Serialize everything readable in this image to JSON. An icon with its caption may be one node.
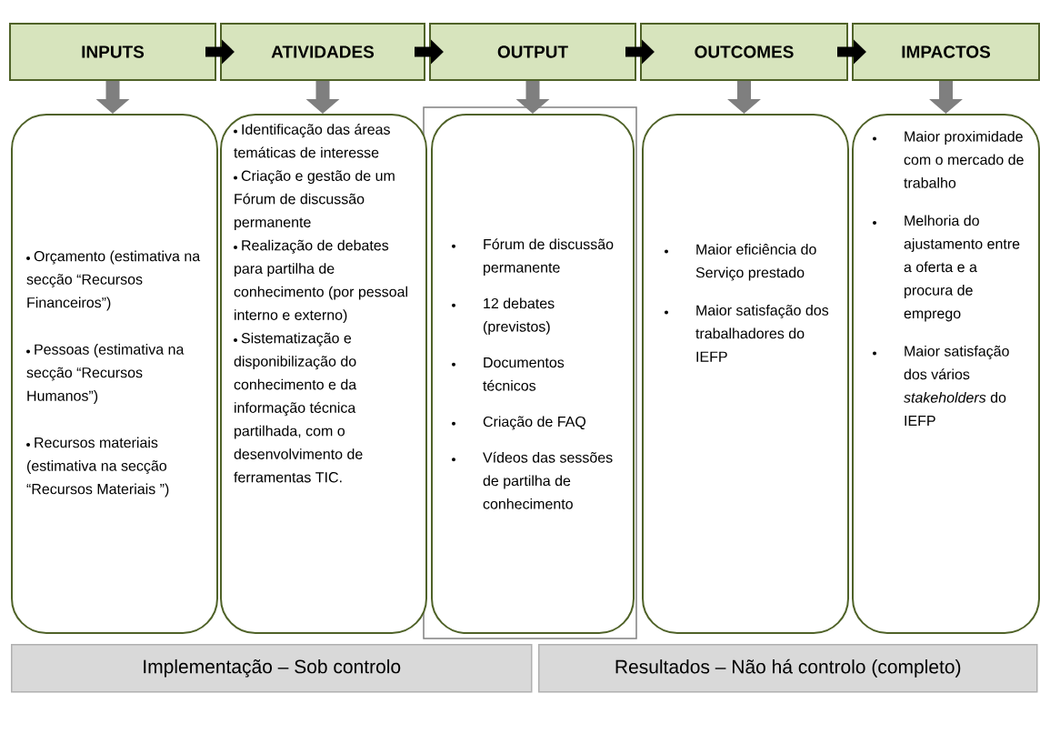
{
  "diagram": {
    "nodes": [
      {
        "text": [
          "INPUTS"
        ]
      },
      {
        "text": [
          "ATIVIDADES"
        ]
      },
      {
        "text": [
          "OUTPUT"
        ]
      },
      {
        "text": [
          "OUTCOMES"
        ]
      },
      {
        "text": [
          "IMPACTOS"
        ]
      },
      {
        "text": [
          "Orçamento (estimativa na secção “Recursos Financeiros”)",
          "Pessoas (estimativa na secção “Recursos Humanos”)",
          "Recursos materiais (estimativa na secção “Recursos Materiais ”)"
        ]
      },
      {
        "text": [
          "Identificação das áreas temáticas de interesse",
          "Criação e gestão de um Fórum de discussão permanente",
          "Realização de debates para partilha de conhecimento (por pessoal interno e externo)",
          "Sistematização e disponibilização do conhecimento e da informação técnica partilhada, com o desenvolvimento de ferramentas TIC."
        ]
      },
      {
        "text": [
          "Fórum de discussão permanente",
          "12 debates (previstos)",
          "Documentos técnicos",
          "Criação de FAQ",
          "Vídeos das sessões de partilha de conhecimento"
        ]
      },
      {
        "text": [
          "Maior eficiência do Serviço prestado",
          "Maior satisfação dos trabalhadores do IEFP"
        ]
      },
      {
        "text": [
          "Maior proximidade com o mercado de trabalho",
          "Melhoria do ajustamento entre a oferta e a procura de emprego",
          "Maior satisfação dos vários *stakeholders* do IEFP"
        ]
      },
      {
        "text": [
          "Implementação – Sob controlo"
        ]
      },
      {
        "text": [
          "Resultados – Não há controlo (completo)"
        ]
      }
    ],
    "edges": [
      {
        "from": 0,
        "to": 1,
        "arrow": "to",
        "color": "#000000"
      },
      {
        "from": 1,
        "to": 2,
        "arrow": "to",
        "color": "#000000"
      },
      {
        "from": 2,
        "to": 3,
        "arrow": "to",
        "color": "#000000"
      },
      {
        "from": 3,
        "to": 4,
        "arrow": "to",
        "color": "#000000"
      },
      {
        "from": 0,
        "to": 5,
        "arrow": "to"
      },
      {
        "from": 1,
        "to": 6,
        "arrow": "to"
      },
      {
        "from": 2,
        "to": 7,
        "arrow": "to"
      },
      {
        "from": 3,
        "to": 8,
        "arrow": "to"
      },
      {
        "from": 4,
        "to": 9,
        "arrow": "to"
      }
    ]
  }
}
